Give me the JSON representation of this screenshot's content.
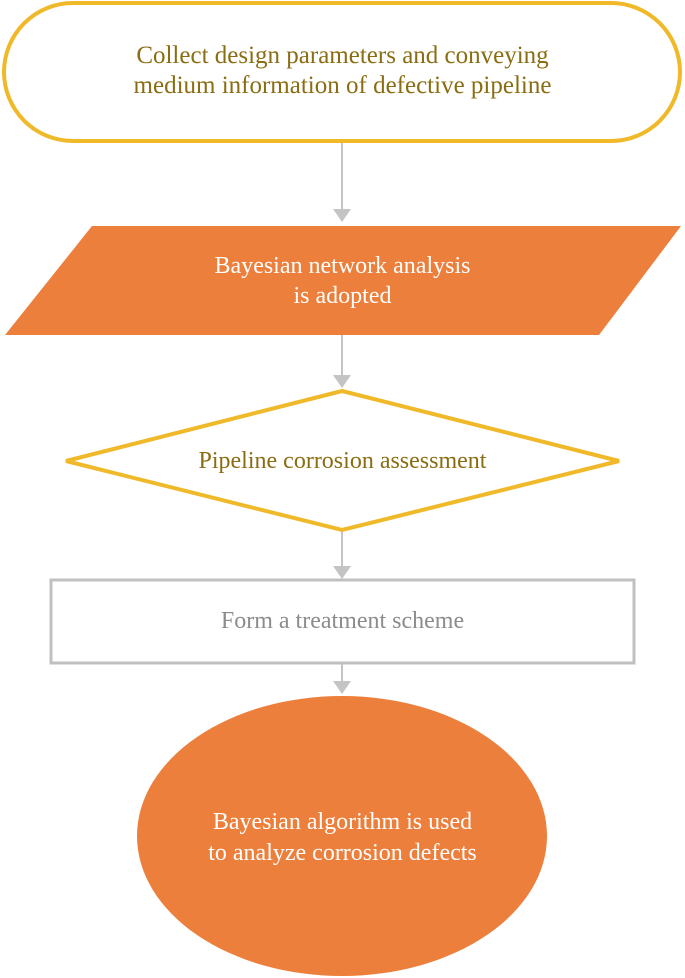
{
  "steps": {
    "start": {
      "line1": "Collect design parameters and conveying",
      "line2": "medium information of defective pipeline"
    },
    "analysis": {
      "line1": "Bayesian network analysis",
      "line2": "is adopted"
    },
    "decision": {
      "text": "Pipeline corrosion assessment"
    },
    "treatment": {
      "text": "Form a treatment scheme"
    },
    "end": {
      "line1": "Bayesian algorithm is used",
      "line2": "to analyze corrosion defects"
    }
  },
  "colors": {
    "gold_border": "#f0b929",
    "gold_text": "#8a6d12",
    "orange_fill": "#ec7f3c",
    "gray_border": "#c0c0c0",
    "gray_text": "#8c8c8c",
    "arrow": "#c4c4c4",
    "white_text": "#ffffff"
  }
}
